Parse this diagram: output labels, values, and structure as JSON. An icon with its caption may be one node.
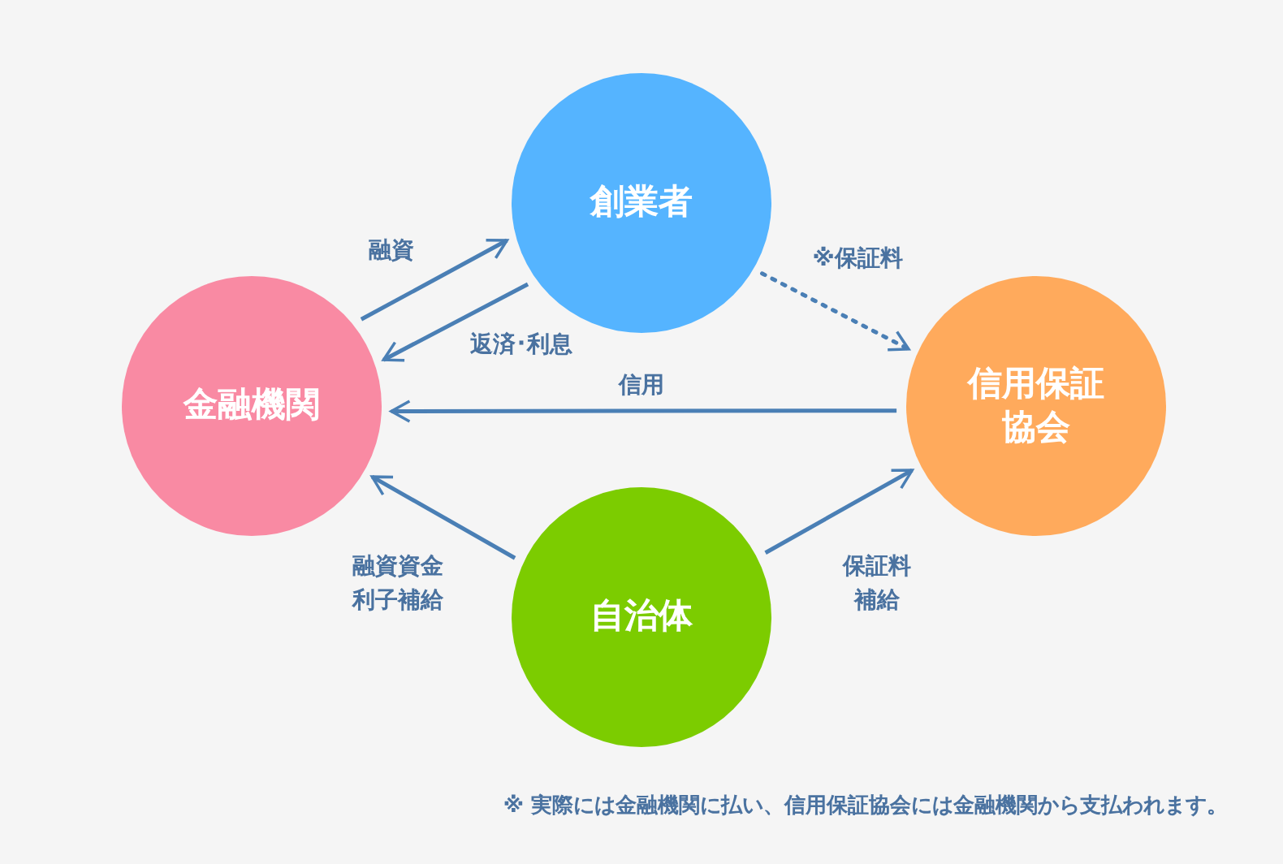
{
  "diagram": {
    "nodes": [
      {
        "text": [
          "創業者"
        ]
      },
      {
        "text": [
          "金融機関"
        ]
      },
      {
        "text": [
          "信用保証協会"
        ]
      },
      {
        "text": [
          "自治体"
        ]
      }
    ],
    "edges": [
      {
        "from": 1,
        "to": 0,
        "arrow": "to",
        "label": "融資"
      },
      {
        "from": 0,
        "to": 1,
        "arrow": "to",
        "label": "返済･利息"
      },
      {
        "from": 2,
        "to": 1,
        "arrow": "to",
        "label": "信用"
      },
      {
        "from": 0,
        "to": 2,
        "arrow": "to",
        "label": "※保証料",
        "style": "dashed"
      },
      {
        "from": 3,
        "to": 1,
        "arrow": "to",
        "label": "融資資金利子補給"
      },
      {
        "from": 3,
        "to": 2,
        "arrow": "to",
        "label": "保証料補給"
      }
    ],
    "labels": [
      "※ 実際には金融機関に払い、信用保証協会には金融機関から支払われます。"
    ]
  }
}
